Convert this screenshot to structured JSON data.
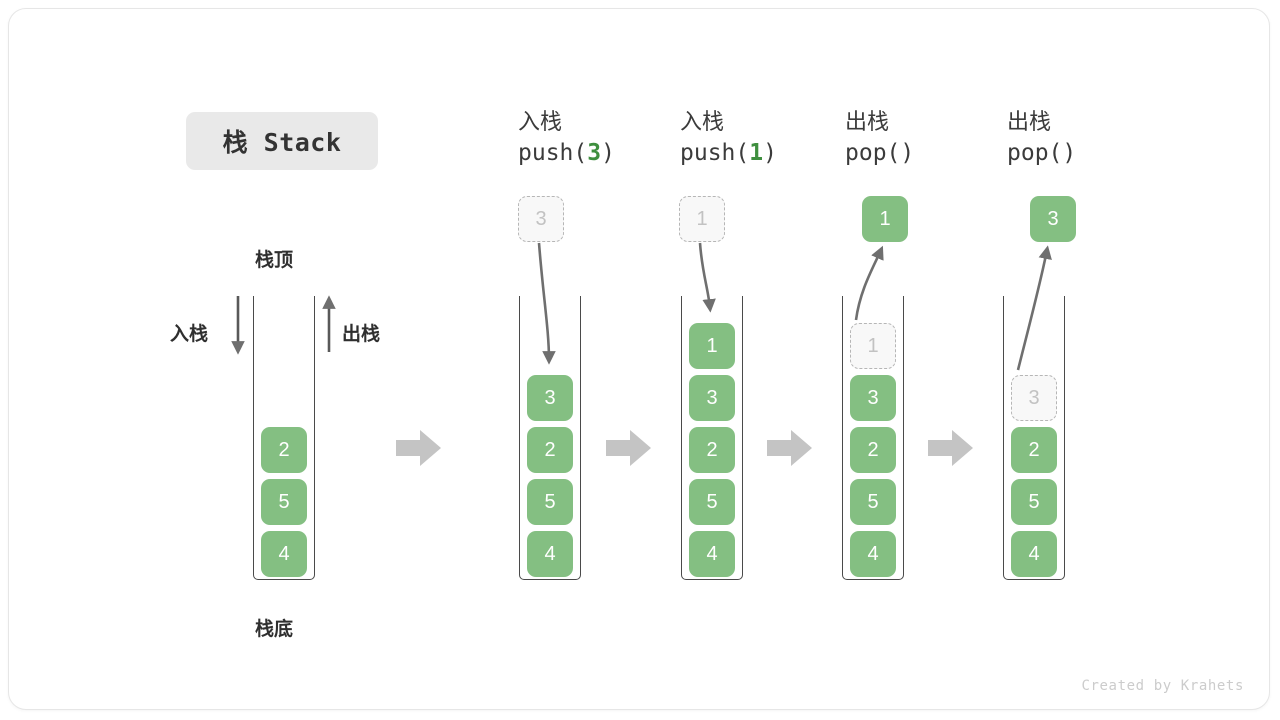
{
  "title_badge": {
    "label": "栈 Stack"
  },
  "footer": {
    "credit": "Created by Krahets"
  },
  "labels": {
    "top": "栈顶",
    "bottom": "栈底",
    "push_side": "入栈",
    "pop_side": "出栈"
  },
  "colors": {
    "cell_green": "#84bf82",
    "cell_text": "#ffffff",
    "ghost_fill": "#f8f8f8",
    "ghost_border": "#b6b6b6",
    "ghost_text": "#c2c2c2",
    "wall": "#4a4a4a",
    "arrow_gray": "#c4c4c4",
    "motion_arrow": "#6f6f6f",
    "badge_bg": "#e9e9e9",
    "text_dark": "#333333",
    "code_num_green": "#3f8f3f"
  },
  "stages": [
    {
      "id": "initial",
      "head_cn": "",
      "head_code": "",
      "head_code_num": "",
      "cells": [
        "2",
        "5",
        "4"
      ],
      "ghost_index": -1,
      "float_cell": null,
      "float_kind": null
    },
    {
      "id": "push-3",
      "head_cn": "入栈",
      "head_code_prefix": "push(",
      "head_code_num": "3",
      "head_code_suffix": ")",
      "cells": [
        "3",
        "2",
        "5",
        "4"
      ],
      "ghost_index": -1,
      "float_cell": "3",
      "float_kind": "ghost"
    },
    {
      "id": "push-1",
      "head_cn": "入栈",
      "head_code_prefix": "push(",
      "head_code_num": "1",
      "head_code_suffix": ")",
      "cells": [
        "1",
        "3",
        "2",
        "5",
        "4"
      ],
      "ghost_index": -1,
      "float_cell": "1",
      "float_kind": "ghost"
    },
    {
      "id": "pop-1",
      "head_cn": "出栈",
      "head_code_prefix": "pop(",
      "head_code_num": "",
      "head_code_suffix": ")",
      "cells": [
        "1",
        "3",
        "2",
        "5",
        "4"
      ],
      "ghost_index": 0,
      "float_cell": "1",
      "float_kind": "solid"
    },
    {
      "id": "pop-3",
      "head_cn": "出栈",
      "head_code_prefix": "pop(",
      "head_code_num": "",
      "head_code_suffix": ")",
      "cells": [
        "3",
        "2",
        "5",
        "4"
      ],
      "ghost_index": 0,
      "float_cell": "3",
      "float_kind": "solid"
    }
  ]
}
